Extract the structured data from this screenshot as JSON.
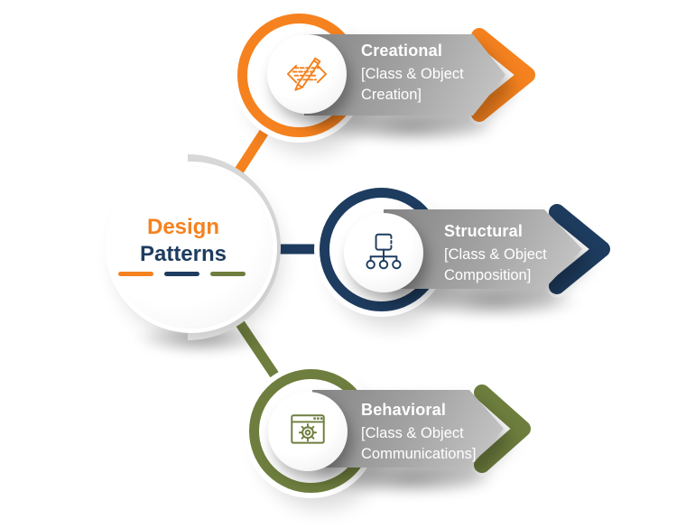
{
  "center": {
    "title_line1": "Design",
    "title_line2": "Patterns"
  },
  "branches": [
    {
      "label": "Creational",
      "subtitle_line1": "[Class & Object",
      "subtitle_line2": "Creation]",
      "color": "#F5821F",
      "icon": "code-pencil-icon"
    },
    {
      "label": "Structural",
      "subtitle_line1": "[Class & Object",
      "subtitle_line2": "Composition]",
      "color": "#1E3C5F",
      "icon": "hierarchy-icon"
    },
    {
      "label": "Behavioral",
      "subtitle_line1": "[Class & Object",
      "subtitle_line2": "Communications]",
      "color": "#6E7E3E",
      "icon": "window-gear-icon"
    }
  ],
  "legend_dashes": [
    "#F5821F",
    "#1E3C5F",
    "#6E7E3E"
  ],
  "colors": {
    "orange": "#F5821F",
    "navy": "#1E3C5F",
    "olive": "#6E7E3E",
    "banner_gray_dark": "#858585",
    "banner_gray_light": "#C9C9C9",
    "text_white": "#FFFFFF"
  }
}
